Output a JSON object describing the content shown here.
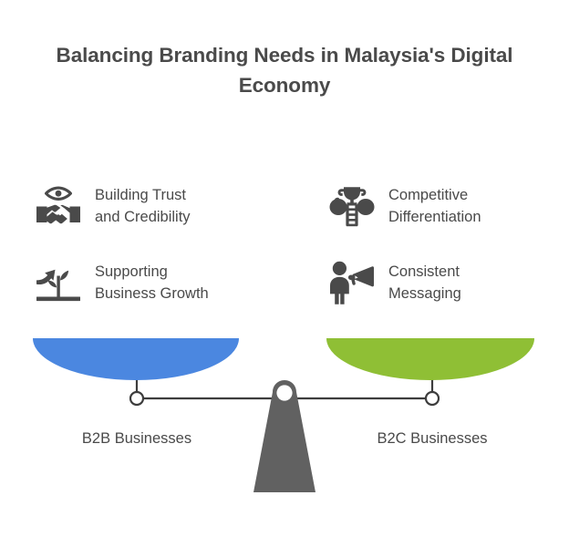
{
  "page": {
    "background_color": "#ffffff",
    "text_color": "#4a4a4a"
  },
  "header": {
    "title": "Balancing Branding Needs in Malaysia's Digital Economy"
  },
  "features": {
    "left_column": [
      {
        "icon": "eye-handshake-icon",
        "label": "Building Trust\nand Credibility"
      },
      {
        "icon": "plant-growth-icon",
        "label": "Supporting\nBusiness Growth"
      }
    ],
    "right_column": [
      {
        "icon": "trophy-ladder-icon",
        "label": "Competitive\nDifferentiation"
      },
      {
        "icon": "person-megaphone-icon",
        "label": "Consistent\nMessaging"
      }
    ]
  },
  "scale": {
    "left_pan": {
      "color": "#4b87e0",
      "caption": "B2B Businesses"
    },
    "right_pan": {
      "color": "#8fbf35",
      "caption": "B2C Businesses"
    },
    "fulcrum_color": "#616161",
    "beam_color": "#3d3d3d"
  }
}
